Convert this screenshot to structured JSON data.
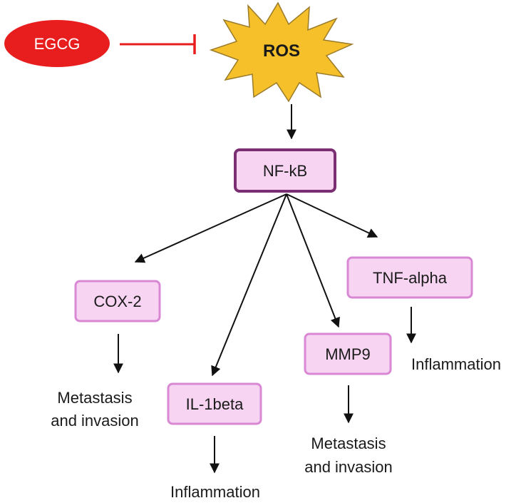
{
  "colors": {
    "egcg_fill": "#e81e1e",
    "inhibit_line": "#e81e1e",
    "ros_fill": "#f6c02a",
    "ros_stroke": "#9a7b2a",
    "box_fill": "#f6d4f2",
    "box_stroke": "#d989d4",
    "nfkb_stroke": "#7a2f72",
    "arrow": "#111111"
  },
  "nodes": {
    "egcg": "EGCG",
    "ros": "ROS",
    "nfkb": "NF-kB",
    "cox2": "COX-2",
    "il1beta": "IL-1beta",
    "mmp9": "MMP9",
    "tnfalpha": "TNF-alpha"
  },
  "outcomes": {
    "cox2": [
      "Metastasis",
      "and invasion"
    ],
    "il1beta": "Inflammation",
    "mmp9": [
      "Metastasis",
      "and invasion"
    ],
    "tnfalpha": "Inflammation"
  },
  "edges": [
    {
      "from": "EGCG",
      "to": "ROS",
      "type": "inhibits"
    },
    {
      "from": "ROS",
      "to": "NF-kB",
      "type": "activates"
    },
    {
      "from": "NF-kB",
      "to": "COX-2",
      "type": "activates"
    },
    {
      "from": "NF-kB",
      "to": "IL-1beta",
      "type": "activates"
    },
    {
      "from": "NF-kB",
      "to": "MMP9",
      "type": "activates"
    },
    {
      "from": "NF-kB",
      "to": "TNF-alpha",
      "type": "activates"
    },
    {
      "from": "COX-2",
      "to": "Metastasis and invasion",
      "type": "leads_to"
    },
    {
      "from": "IL-1beta",
      "to": "Inflammation",
      "type": "leads_to"
    },
    {
      "from": "MMP9",
      "to": "Metastasis and invasion",
      "type": "leads_to"
    },
    {
      "from": "TNF-alpha",
      "to": "Inflammation",
      "type": "leads_to"
    }
  ]
}
